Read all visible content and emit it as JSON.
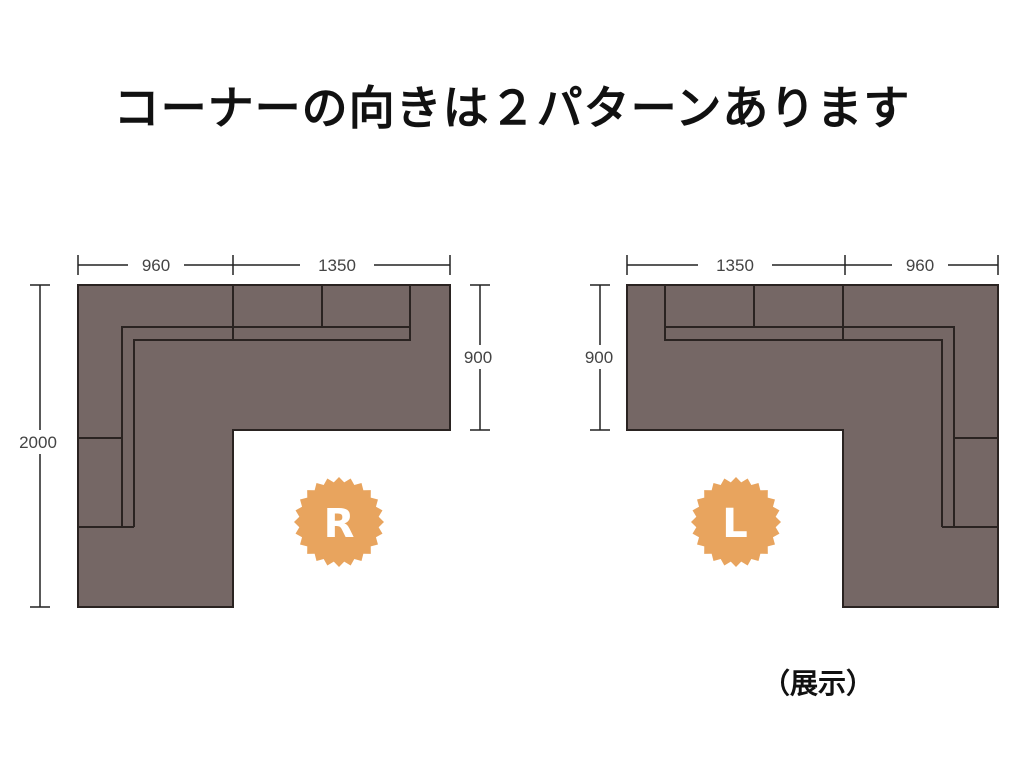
{
  "title": "コーナーの向きは２パターンあります",
  "note": "（展示）",
  "colors": {
    "sofa_fill": "#756765",
    "sofa_stroke": "#2a2321",
    "dimension_line": "#222222",
    "dimension_text": "#444444",
    "badge": "#e8a45e"
  },
  "right_layout": {
    "badge": "R",
    "dimensions": {
      "left_width": "960",
      "right_width": "1350",
      "depth": "900",
      "length": "2000"
    }
  },
  "left_layout": {
    "badge": "L",
    "dimensions": {
      "left_width": "1350",
      "right_width": "960",
      "depth": "900"
    }
  }
}
